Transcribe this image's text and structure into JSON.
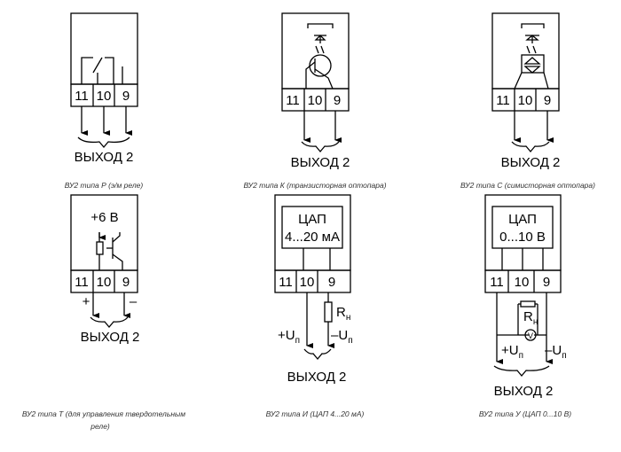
{
  "panels": [
    {
      "terminals": [
        "11",
        "10",
        "9"
      ],
      "output_label": "ВЫХОД 2",
      "caption": "ВУ2 типа Р (э/м реле)"
    },
    {
      "terminals": [
        "11",
        "10",
        "9"
      ],
      "output_label": "ВЫХОД 2",
      "caption": "ВУ2 типа К (транзисторная оптопара)"
    },
    {
      "terminals": [
        "11",
        "10",
        "9"
      ],
      "output_label": "ВЫХОД 2",
      "caption": "ВУ2 типа С (симисторная оптопара)"
    },
    {
      "terminals": [
        "11",
        "10",
        "9"
      ],
      "output_label": "ВЫХОД 2",
      "supply_label": "+6 В",
      "plus_sign": "+",
      "minus_sign": "–",
      "caption_line1": "ВУ2 типа Т (для управления твердотельным",
      "caption_line2": "реле)"
    },
    {
      "terminals": [
        "11",
        "10",
        "9"
      ],
      "output_label": "ВЫХОД 2",
      "dac_title": "ЦАП",
      "dac_range": "4...20 мА",
      "resistor_label": "R",
      "resistor_sub": "н",
      "plus_u": "+U",
      "minus_u": "–U",
      "u_sub": "п",
      "caption": "ВУ2 типа И (ЦАП 4...20 мА)"
    },
    {
      "terminals": [
        "11",
        "10",
        "9"
      ],
      "output_label": "ВЫХОД 2",
      "dac_title": "ЦАП",
      "dac_range": "0...10 В",
      "resistor_label": "R",
      "resistor_sub": "н",
      "voltmeter": "V",
      "plus_u": "+U",
      "minus_u": "–U",
      "u_sub": "п",
      "caption": "ВУ2 типа У (ЦАП 0...10 В)"
    }
  ]
}
